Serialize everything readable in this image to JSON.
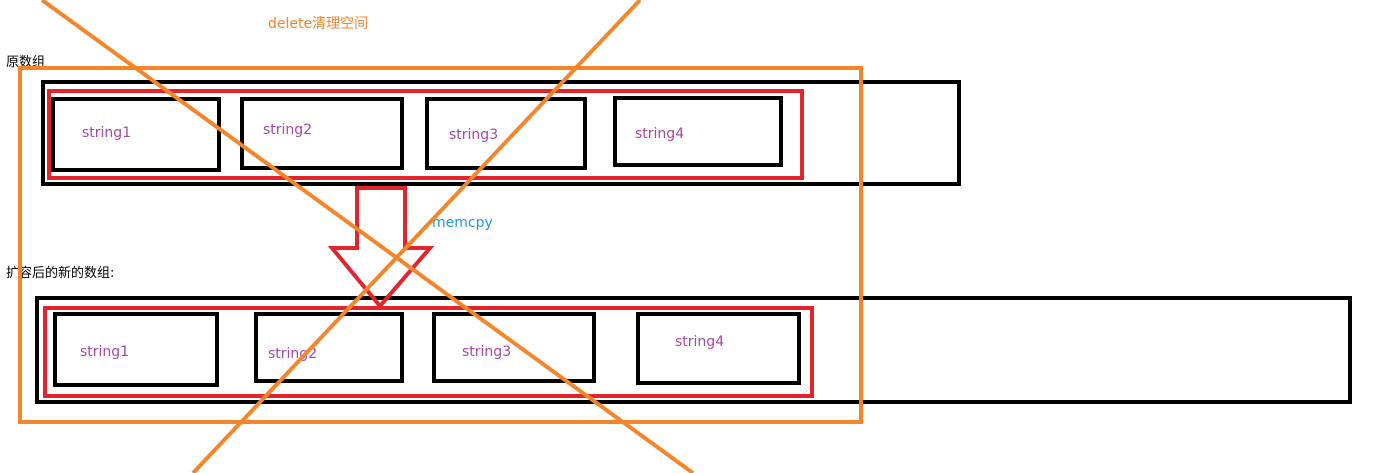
{
  "labels": {
    "delete_note": "delete清理空间",
    "original_array": "原数组",
    "expanded_array": "扩容后的新的数组:",
    "memcpy": "memcpy"
  },
  "original_array": {
    "cells": [
      "string1",
      "string2",
      "string3",
      "string4"
    ]
  },
  "new_array": {
    "cells": [
      "string1",
      "string2",
      "string3",
      "string4"
    ]
  },
  "colors": {
    "array_border": "#000000",
    "data_region": "#e3242b",
    "deleted_region": "#f5852a",
    "string_text": "#a347a8",
    "memcpy_text": "#1f9bd7"
  }
}
